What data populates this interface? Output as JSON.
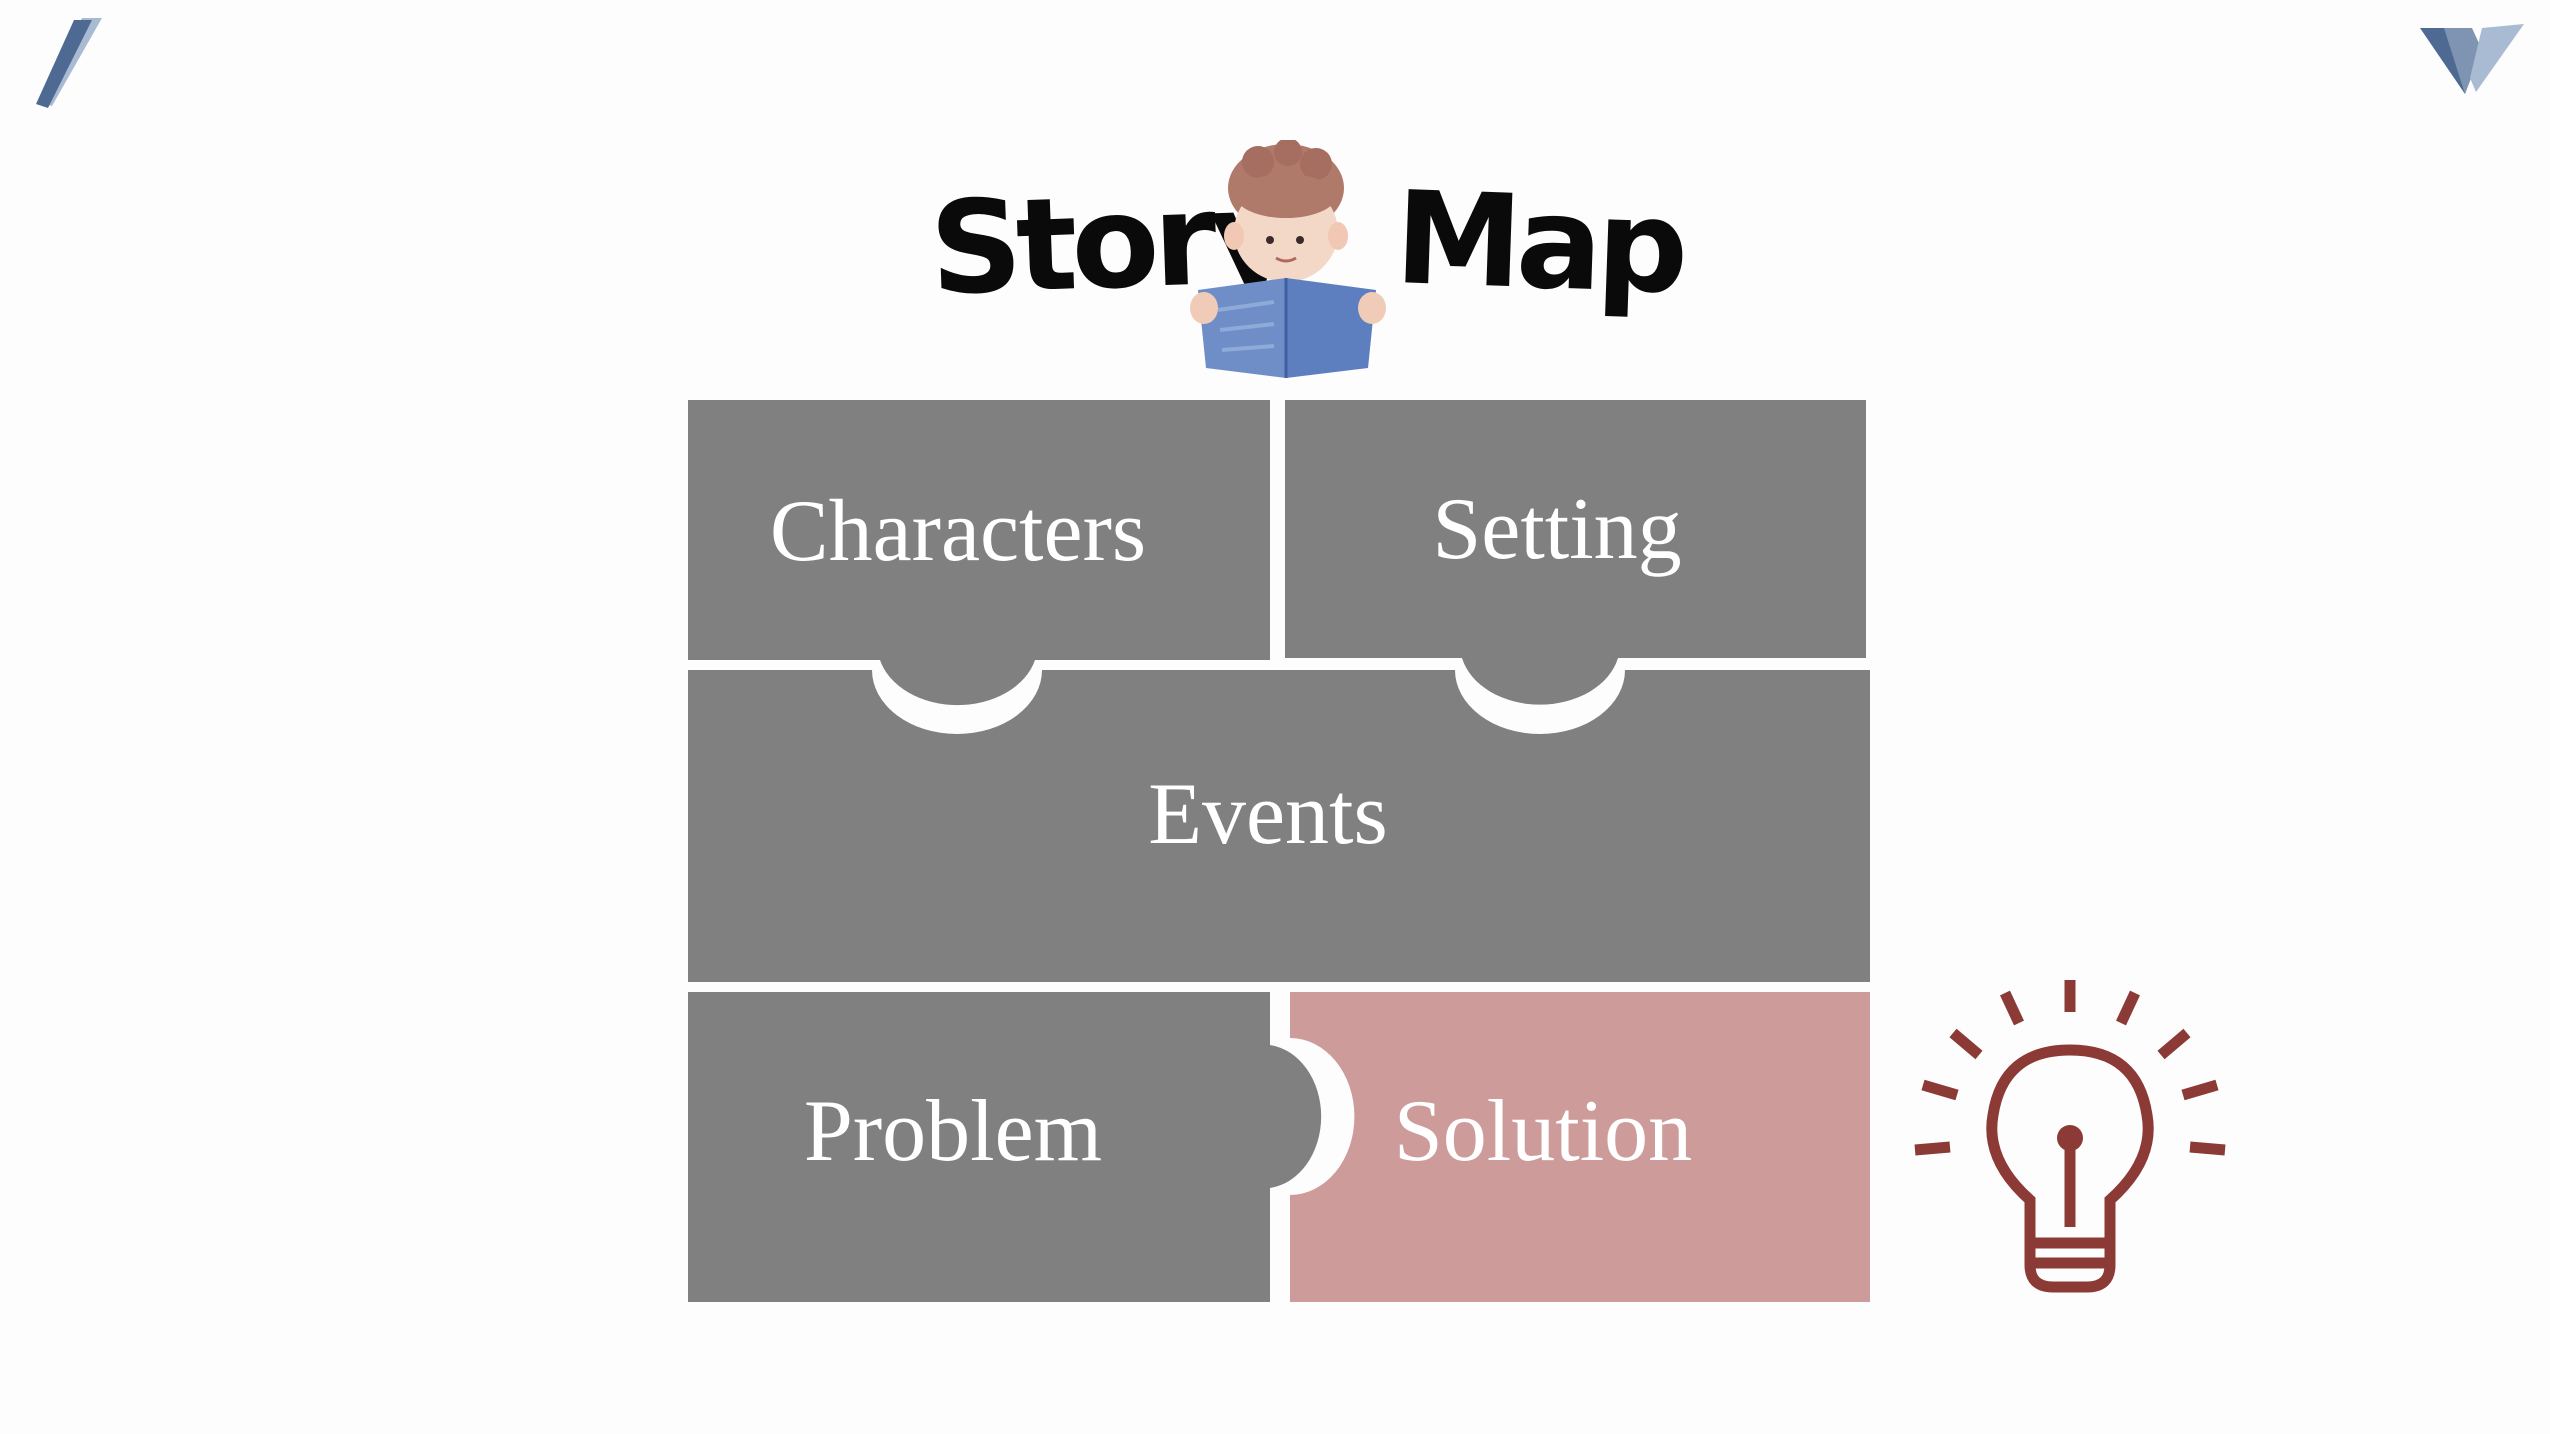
{
  "slide": {
    "title_left": "Story",
    "title_right": "Map"
  },
  "pieces": {
    "characters": "Characters",
    "setting": "Setting",
    "events": "Events",
    "problem": "Problem",
    "solution": "Solution"
  },
  "colors": {
    "piece_gray": "#808080",
    "piece_pink": "#cd9b9a",
    "bulb": "#8b3a36",
    "corner_accent": "#4e6a93",
    "corner_light": "#a9bbd3"
  },
  "icons": {
    "corner_left": "slash-accent-icon",
    "corner_right": "chevron-logo-icon",
    "reader": "child-reading-book-icon",
    "idea": "lightbulb-icon"
  }
}
